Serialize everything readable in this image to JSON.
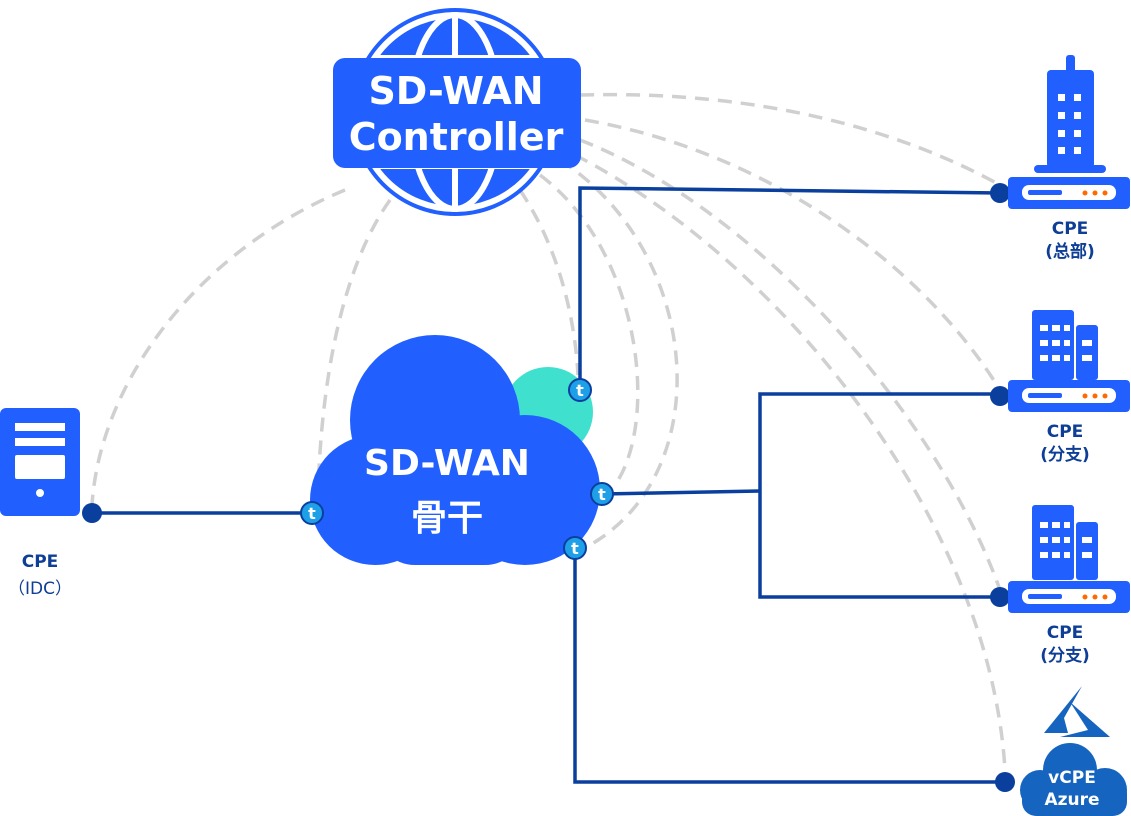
{
  "controller": {
    "line1": "SD-WAN",
    "line2": "Controller"
  },
  "backbone": {
    "line1": "SD-WAN",
    "line2": "骨干"
  },
  "nodes": {
    "idc": {
      "name": "CPE",
      "sub": "（IDC）"
    },
    "hq": {
      "name": "CPE",
      "sub": "(总部)"
    },
    "branch1": {
      "name": "CPE",
      "sub": "(分支)"
    },
    "branch2": {
      "name": "CPE",
      "sub": "(分支)"
    },
    "azure": {
      "line1": "vCPE",
      "line2": "Azure"
    }
  },
  "tunnel_icon_glyph": "t",
  "colors": {
    "primary": "#2160ff",
    "dark_link": "#0a3f9e",
    "teal": "#40e0cf",
    "azure": "#1565c0",
    "dash": "#d0d0d0",
    "accent_dots": "#ff6a00"
  }
}
